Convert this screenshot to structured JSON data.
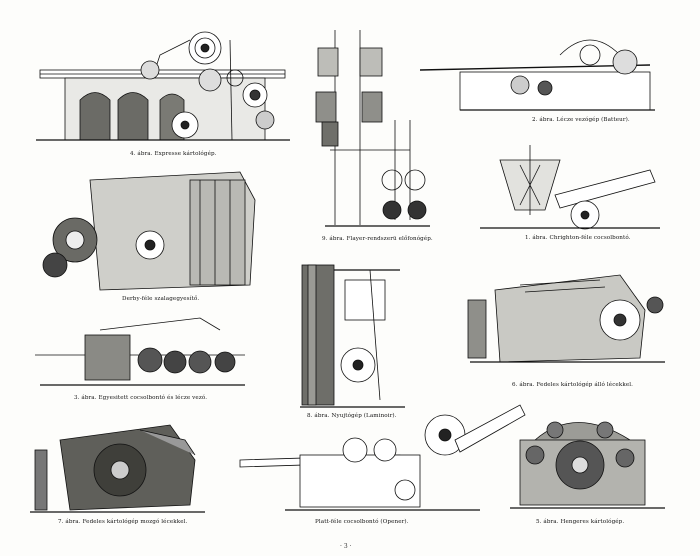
{
  "plate": {
    "background": "#fdfdfb",
    "ink": "#111111",
    "figures": [
      {
        "id": "fig-express-carding",
        "caption": "4. ábra. Expresse kártológép."
      },
      {
        "id": "fig-flyer-roving",
        "caption": "9. ábra. Flayer-rendszerü előfonógép."
      },
      {
        "id": "fig-lap-winding",
        "caption": "2. ábra. Lécze vezógép (Batteur)."
      },
      {
        "id": "fig-crighton-opener",
        "caption": "1. ábra. Chrighton-féle cocsolbontó."
      },
      {
        "id": "fig-derby-ribbon",
        "caption": "Derby-féle szalagegyesítő."
      },
      {
        "id": "fig-combined-opener",
        "caption": "3. ábra. Egyesitett cocsolbontó és lécze vezó."
      },
      {
        "id": "fig-drawframe",
        "caption": "8. ábra. Nyujtógép (Laminoir)."
      },
      {
        "id": "fig-flat-card-fixed",
        "caption": "6. ábra. Fedeles kártológép álló lécekkel."
      },
      {
        "id": "fig-flat-card-moving",
        "caption": "7. ábra. Fedeles kártológép mozgó lécekkel."
      },
      {
        "id": "fig-platt-opener",
        "caption": "Platt-féle cocsolbontó (Opener)."
      },
      {
        "id": "fig-roller-card",
        "caption": "5. ábra. Hengeres kártológép."
      }
    ],
    "footer_mark": "· 3 ·"
  }
}
